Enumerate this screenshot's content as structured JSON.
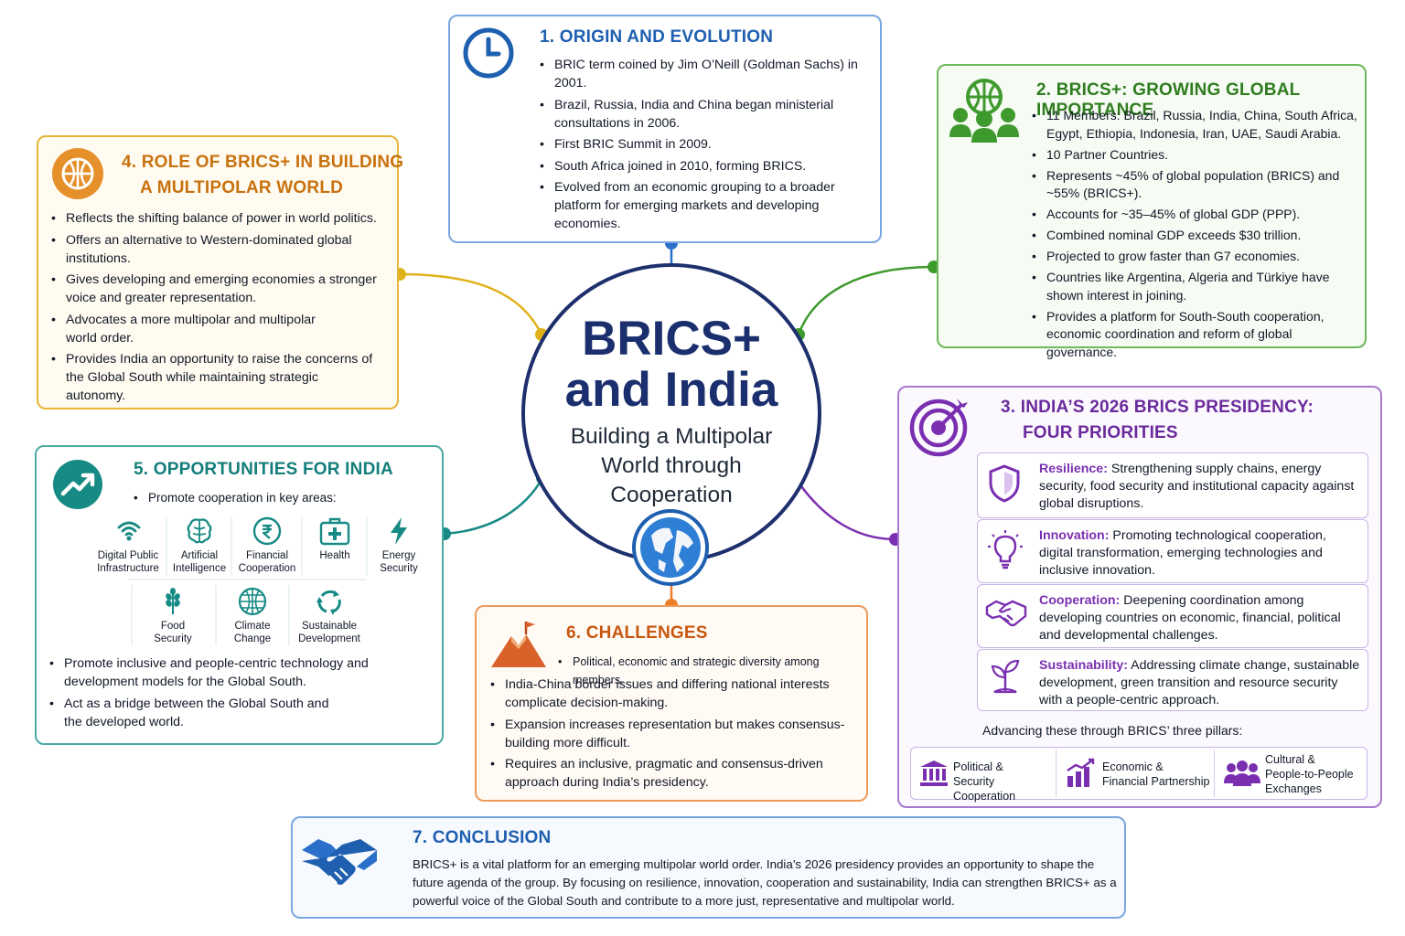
{
  "center": {
    "title_line1": "BRICS+",
    "title_line2": "and India",
    "subtitle_line1": "Building a Multipolar",
    "subtitle_line2": "World through",
    "subtitle_line3": "Cooperation"
  },
  "section1": {
    "title": "1. ORIGIN AND EVOLUTION",
    "bullets": [
      "BRIC term coined by Jim O’Neill (Goldman Sachs) in 2001.",
      "Brazil, Russia, India and China began ministerial consultations in 2006.",
      "First BRIC Summit in 2009.",
      "South Africa joined in 2010, forming BRICS.",
      "Evolved from an economic grouping to a broader platform for emerging markets and developing economies."
    ]
  },
  "section2": {
    "title": "2. BRICS+: GROWING GLOBAL IMPORTANCE",
    "bullets": [
      "11 Members: Brazil, Russia, India, China, South Africa, Egypt, Ethiopia, Indonesia, Iran, UAE, Saudi Arabia.",
      "10 Partner Countries.",
      "Represents ~45% of global population (BRICS) and ~55% (BRICS+).",
      "Accounts for ~35–45% of global GDP (PPP).",
      "Combined nominal GDP exceeds $30 trillion.",
      "Projected to grow faster than G7 economies.",
      "Countries like Argentina, Algeria and Türkiye have shown interest in joining.",
      "Provides a platform for South-South cooperation, economic coordination and reform of global governance."
    ]
  },
  "section3": {
    "title_line1": "3. INDIA’S 2026 BRICS PRESIDENCY:",
    "title_line2": "FOUR PRIORITIES",
    "priorities": [
      {
        "name": "Resilience:",
        "text": "Strengthening supply chains, energy security, food security and institutional capacity against global disruptions."
      },
      {
        "name": "Innovation:",
        "text": "Promoting technological cooperation, digital transformation, emerging technologies and inclusive innovation."
      },
      {
        "name": "Cooperation:",
        "text": "Deepening coordination among developing countries on economic, financial, political and developmental challenges."
      },
      {
        "name": "Sustainability:",
        "text": "Addressing climate change, sustainable development, green transition and resource security with a people-centric approach."
      }
    ],
    "pillars_intro": "Advancing these through BRICS’ three pillars:",
    "pillars": [
      {
        "line1": "Political &",
        "line2": "Security Cooperation",
        "line3": ""
      },
      {
        "line1": "Economic &",
        "line2": "Financial Partnership",
        "line3": ""
      },
      {
        "line1": "Cultural &",
        "line2": "People-to-People",
        "line3": "Exchanges"
      }
    ]
  },
  "section4": {
    "title_line1": "4. ROLE OF BRICS+ IN BUILDING",
    "title_line2": "A MULTIPOLAR WORLD",
    "bullets": [
      "Reflects the shifting balance of power in world politics.",
      "Offers an alternative to Western-dominated global institutions.",
      "Gives developing and emerging economies a stronger voice and greater representation.",
      "Advocates a more multipolar and multipolar world order.",
      "Provides India an opportunity to raise the concerns of the Global South while maintaining strategic autonomy."
    ]
  },
  "section5": {
    "title": "5. OPPORTUNITIES FOR INDIA",
    "intro": "Promote cooperation in key areas:",
    "areas": [
      {
        "line1": "Digital Public",
        "line2": "Infrastructure",
        "icon": "wifi-icon"
      },
      {
        "line1": "Artificial",
        "line2": "Intelligence",
        "icon": "brain-icon"
      },
      {
        "line1": "Financial",
        "line2": "Cooperation",
        "icon": "rupee-icon"
      },
      {
        "line1": "Health",
        "line2": "",
        "icon": "medical-kit-icon"
      },
      {
        "line1": "Energy",
        "line2": "Security",
        "icon": "lightning-icon"
      },
      {
        "line1": "Food",
        "line2": "Security",
        "icon": "wheat-icon"
      },
      {
        "line1": "Climate",
        "line2": "Change",
        "icon": "globe-icon"
      },
      {
        "line1": "Sustainable",
        "line2": "Development",
        "icon": "recycle-icon"
      }
    ],
    "bullets": [
      "Promote inclusive and people-centric technology and development models for the Global South.",
      "Act as a bridge between the Global South and the developed world."
    ]
  },
  "section6": {
    "title": "6. CHALLENGES",
    "first_bullet": "Political, economic and strategic diversity among members.",
    "bullets": [
      "India-China border issues and differing national interests complicate decision-making.",
      "Expansion increases representation but makes consensus-building more difficult.",
      "Requires an inclusive, pragmatic and consensus-driven approach during India’s presidency."
    ]
  },
  "section7": {
    "title": "7. CONCLUSION",
    "text": "BRICS+ is a vital platform for an emerging multipolar world order. India’s 2026 presidency provides an opportunity to shape the future agenda of the group. By focusing on resilience, innovation, cooperation and sustainability, India can strengthen BRICS+ as a powerful voice of the Global South and contribute to a more just, representative and multipolar world."
  },
  "colors": {
    "navy": "#1e2f6d",
    "blue": "#2a6fc9",
    "green": "#3f9a2e",
    "purple": "#7a2fb0",
    "gold": "#e0a21a",
    "orange_title": "#c8570f",
    "teal": "#168a84",
    "challenge_orange": "#ee7d2a"
  }
}
